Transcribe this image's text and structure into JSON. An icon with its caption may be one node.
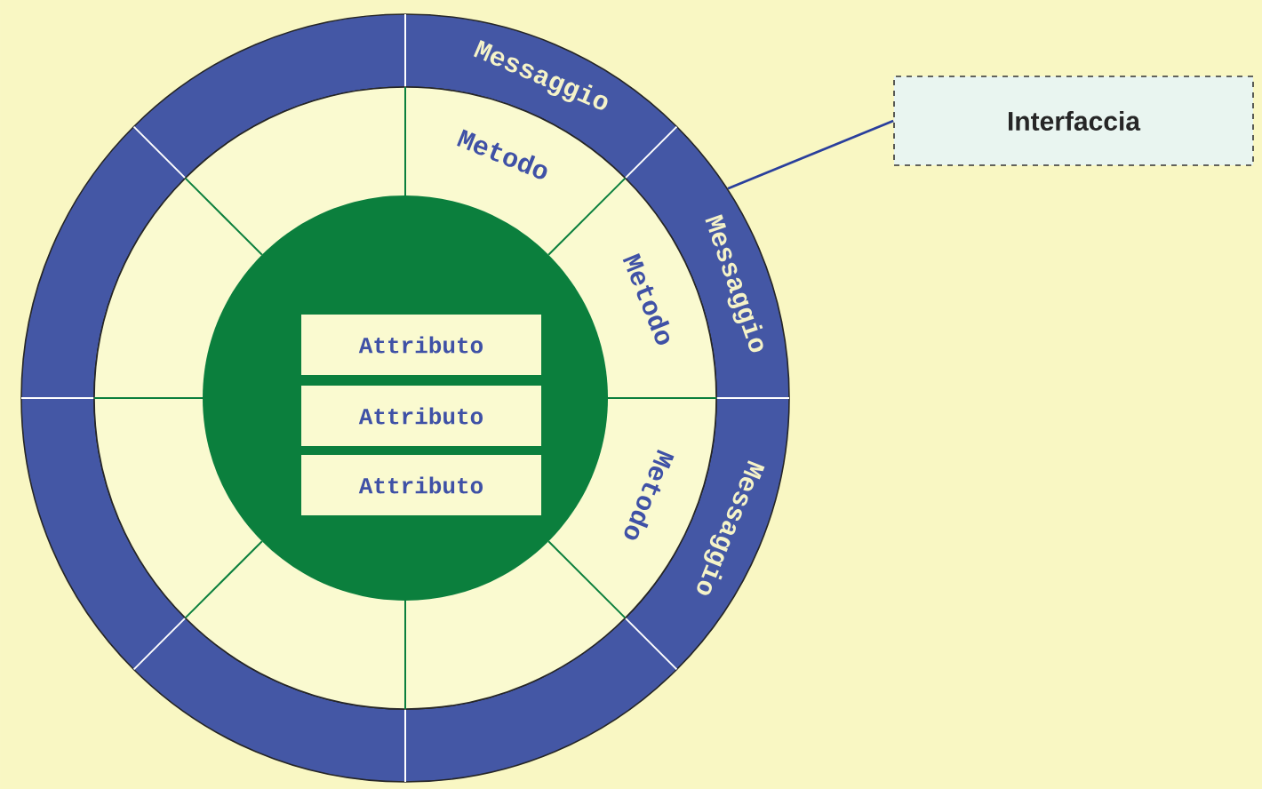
{
  "diagram": {
    "nodes": [
      {
        "text": [
          "Messaggio",
          "Messaggio",
          "Messaggio"
        ]
      },
      {
        "text": [
          "Metodo",
          "Metodo",
          "Metodo"
        ],
        "in": 0
      },
      {
        "text": [],
        "shape": "circle",
        "in": 1
      },
      {
        "text": [
          "Attributo"
        ],
        "in": 2
      },
      {
        "text": [
          "Attributo"
        ],
        "in": 2
      },
      {
        "text": [
          "Attributo"
        ],
        "in": 2
      },
      {
        "text": [
          "Interfaccia"
        ]
      }
    ],
    "edges": [
      {
        "from": 6,
        "to": 0,
        "arrow": "none",
        "color": "#2a3f9c"
      }
    ]
  }
}
